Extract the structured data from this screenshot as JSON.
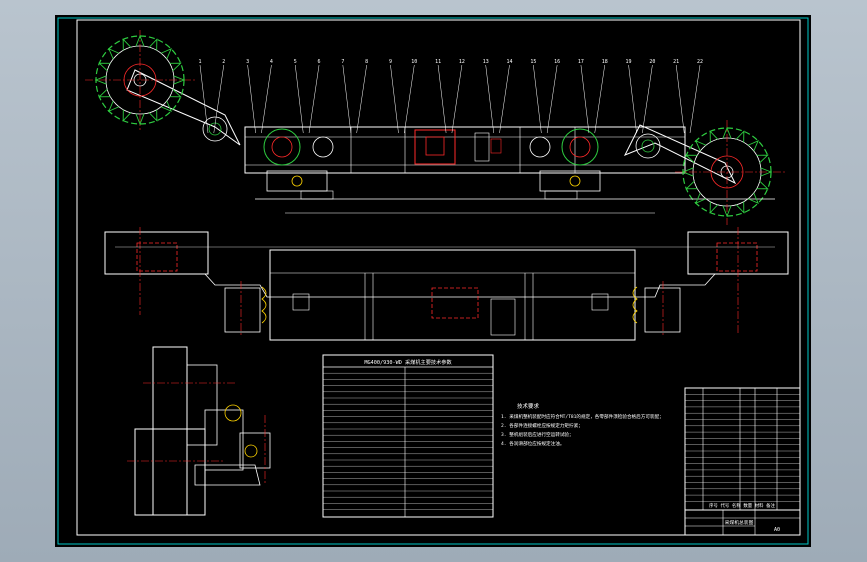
{
  "drawing": {
    "background_color": "#000000",
    "frame_color": "#00c8c8",
    "line_color": "#ffffff",
    "centerline_color": "#ff2a2a",
    "cutter_color": "#2ecc40",
    "detail_color": "#ffd400",
    "balloon_numbers": [
      "1",
      "2",
      "3",
      "4",
      "5",
      "6",
      "7",
      "8",
      "9",
      "10",
      "11",
      "12",
      "13",
      "14",
      "15",
      "16",
      "17",
      "18",
      "19",
      "20",
      "21",
      "22"
    ],
    "views": [
      "front-view",
      "top-view",
      "side-view"
    ],
    "tech_table": {
      "title": "MG400/930-WD 采煤机主要技术参数"
    },
    "notes_title": "技术要求",
    "notes": [
      "1. 采煤机整机装配时应符合MT/T81的规定，各零部件须检验合格后方可装配；",
      "2. 各部件连接螺栓应按规定力矩拧紧；",
      "3. 整机组装后应进行空运转试验；",
      "4. 各润滑部位应按规定注油。"
    ],
    "parts_list": {
      "header": "序号 代号 名称 数量 材料 备注"
    },
    "title_block": {
      "drawing_name": "采煤机总装图",
      "sheet_label": "A0"
    }
  }
}
